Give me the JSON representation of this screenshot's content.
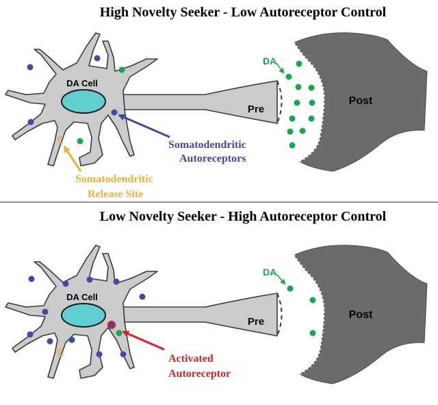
{
  "colors": {
    "dopamine": "#1aa64a",
    "autoreceptor": "#3f4aa8",
    "release_site": "#f0b030",
    "activated": "#e02020",
    "nucleus": "#5fd0cf",
    "neuron_fill": "#cbcbcb",
    "post_fill": "#6b6b6b",
    "divider": "#555555"
  },
  "panels": [
    {
      "title": "High Novelty Seeker - Low Autoreceptor Control",
      "cell_label": "DA Cell",
      "pre_label": "Pre",
      "post_label": "Post",
      "da_label": "DA",
      "annotations": [
        {
          "lines": [
            "Somatodendritic",
            "Autoreceptors"
          ],
          "color": "autoreceptor"
        },
        {
          "lines": [
            "Somatodendritic",
            "Release Site"
          ],
          "color": "release_site"
        }
      ]
    },
    {
      "title": "Low Novelty Seeker - High Autoreceptor Control",
      "cell_label": "DA Cell",
      "pre_label": "Pre",
      "post_label": "Post",
      "da_label": "DA",
      "annotations": [
        {
          "lines": [
            "Activated",
            "Autoreceptor"
          ],
          "color": "activated"
        }
      ]
    }
  ]
}
